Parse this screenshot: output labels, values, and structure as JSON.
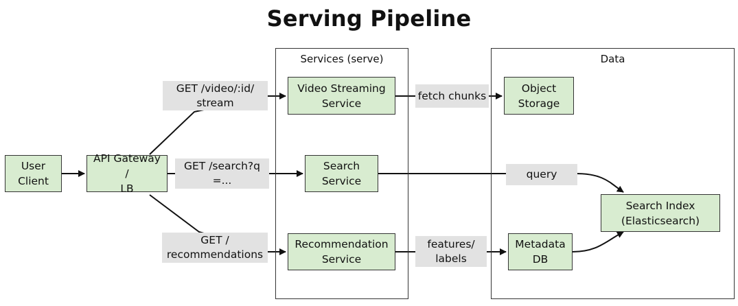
{
  "title": "Serving Pipeline",
  "clusters": {
    "services": "Services (serve)",
    "data": "Data"
  },
  "nodes": {
    "user_client": "User\nClient",
    "api_gateway": "API Gateway /\nLB",
    "video_streaming": "Video Streaming\nService",
    "search_service": "Search\nService",
    "recommendation": "Recommendation\nService",
    "object_storage": "Object\nStorage",
    "search_index": "Search Index\n(Elasticsearch)",
    "metadata_db": "Metadata\nDB"
  },
  "edge_labels": {
    "video": "GET /video/:id/\nstream",
    "search": "GET /search?q\n=...",
    "recs": "GET /\nrecommendations",
    "fetch": "fetch chunks",
    "query": "query",
    "features": "features/\nlabels"
  },
  "colors": {
    "node_fill": "#d8ecd0",
    "label_fill": "#e2e2e2",
    "stroke": "#111111"
  }
}
